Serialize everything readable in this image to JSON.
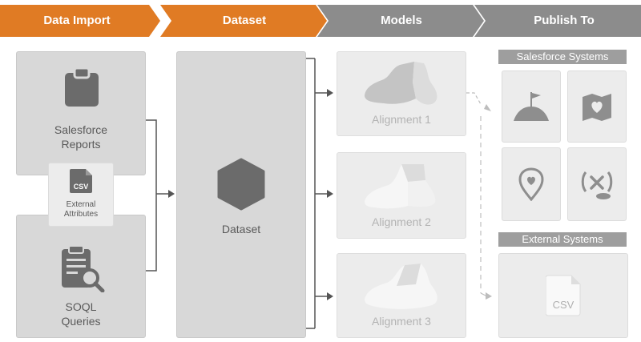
{
  "steps": [
    {
      "label": "Data Import",
      "color": "#e07b24"
    },
    {
      "label": "Dataset",
      "color": "#e07b24"
    },
    {
      "label": "Models",
      "color": "#8c8c8c"
    },
    {
      "label": "Publish To",
      "color": "#8c8c8c"
    }
  ],
  "sources": {
    "salesforce_reports": {
      "line1": "Salesforce",
      "line2": "Reports",
      "icon": "clipboard-icon"
    },
    "external_attributes": {
      "badge": "CSV",
      "line1": "External",
      "line2": "Attributes",
      "icon": "csv-file-icon"
    },
    "soql_queries": {
      "line1": "SOQL",
      "line2": "Queries",
      "icon": "document-search-icon"
    }
  },
  "dataset": {
    "label": "Dataset",
    "icon": "hexagon-icon"
  },
  "models": [
    {
      "label": "Alignment 1",
      "icon": "territory-map-icon"
    },
    {
      "label": "Alignment 2",
      "icon": "territory-map-icon"
    },
    {
      "label": "Alignment 3",
      "icon": "territory-map-icon"
    }
  ],
  "publish": {
    "salesforce_header": "Salesforce Systems",
    "salesforce_tiles": [
      {
        "icon": "summit-flag-icon"
      },
      {
        "icon": "map-heart-icon"
      },
      {
        "icon": "location-heart-icon"
      },
      {
        "icon": "formula-icon"
      }
    ],
    "external_header": "External Systems",
    "external_file_label": "CSV"
  },
  "colors": {
    "orange": "#e07b24",
    "gray": "#8c8c8c",
    "card": "#d8d8d8",
    "icon_dark": "#6b6b6b"
  }
}
